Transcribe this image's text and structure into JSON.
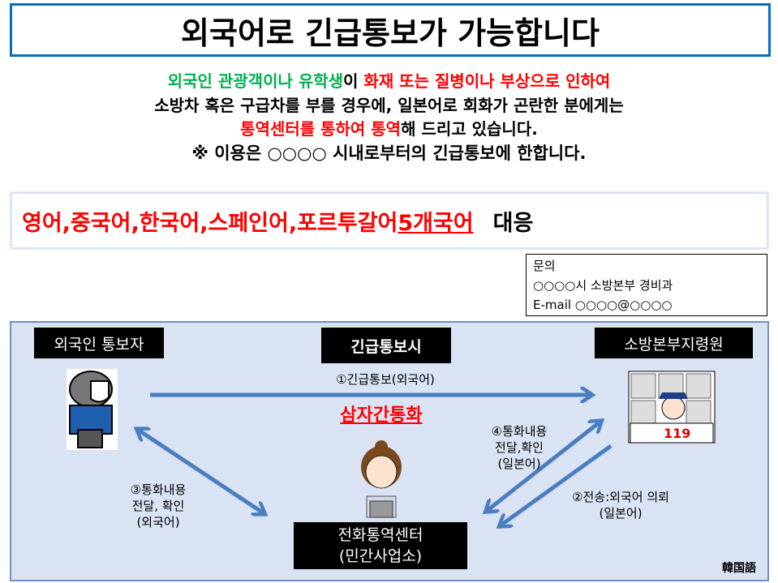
{
  "title": "외국어로 긴급통보가 가능합니다",
  "intro": {
    "l1": [
      {
        "t": "외국인 관광객이나 유학생",
        "c": "green"
      },
      {
        "t": "이 ",
        "c": "black"
      },
      {
        "t": "화재 또는 질병이나 부상으로 인하여",
        "c": "red"
      }
    ],
    "l2": "소방차 혹은 구급차를 부를 경우에, 일본어로 회화가 곤란한 분에게는",
    "l3a": "통역센터를 통하여 통역",
    "l3b": "해 드리고 있습니다.",
    "l4": "※ 이용은 ○○○○ 시내로부터의 긴급통보에 한합니다."
  },
  "languages": {
    "list": "영어,중국어,한국어,스페인어,포르투갈어 ",
    "count": "5개국어",
    "suffix": "대응"
  },
  "contact": {
    "heading": "문의",
    "org": "○○○○시 소방본부 경비과",
    "email": "E-mail ○○○○@○○○○"
  },
  "diagram": {
    "caller": "외국인 통보자",
    "when": "긴급통보시",
    "dispatcher": "소방본부지령원",
    "center_line1": "전화통역센터",
    "center_line2": "(민간사업소)",
    "step1": "①긴급통보(외국어)",
    "three_way": "삼자간통화",
    "step2": [
      "②전송:외국어 의뢰",
      "(일본어)"
    ],
    "step3": [
      "③통화내용",
      "전달, 확인",
      "(외국어)"
    ],
    "step4": [
      "④통화내용",
      "전달,확인",
      "(일본어)"
    ],
    "language_tag": "韓国語",
    "sign_119": "119"
  },
  "colors": {
    "green": "#00b050",
    "red": "#ff0000",
    "arrow": "#4a7ebf",
    "panel": "#dae3f3"
  }
}
